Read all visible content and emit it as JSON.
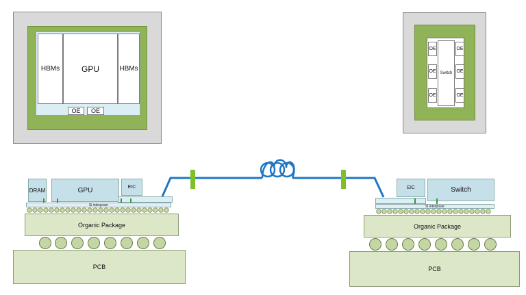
{
  "top_left_package": {
    "left_hbm": "HBMs",
    "gpu": "GPU",
    "right_hbm": "HBMs",
    "oe_left": "OE",
    "oe_right": "OE"
  },
  "top_right_package": {
    "switch": "Switch",
    "oe_labels": [
      "OE",
      "OE",
      "OE",
      "OE",
      "OE",
      "OE"
    ]
  },
  "left_assembly": {
    "dram": "DRAM",
    "gpu": "GPU",
    "eic": "EIC",
    "interposer": "Si interposer",
    "organic_package": "Organic Package",
    "pcb": "PCB"
  },
  "right_assembly": {
    "eic": "EIC",
    "switch": "Switch",
    "interposer": "Si interposer",
    "organic_package": "Organic Package",
    "pcb": "PCB"
  },
  "colors": {
    "package_gray": "#d9d9d9",
    "package_green": "#8fb356",
    "interposer_blue": "#dbeef3",
    "chip_blue": "#c6e0ea",
    "substrate_green": "#dce7c8",
    "ball_green": "#c5d6a5",
    "fiber_blue": "#1f77c4",
    "connector_green": "#7fbf2a"
  }
}
